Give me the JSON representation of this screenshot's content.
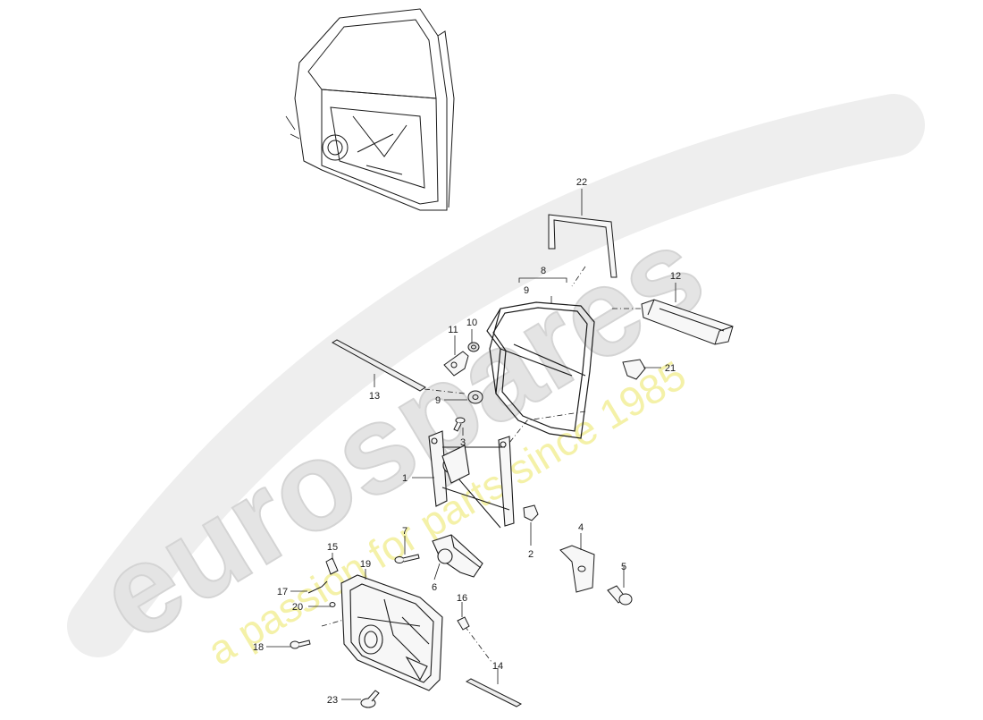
{
  "watermark": {
    "brand": "eurospares",
    "tagline": "a passion for parts since 1985",
    "colors": {
      "brand": "#dcdcdc",
      "tagline": "#f3f0a0"
    }
  },
  "callouts": {
    "c1": "1",
    "c2": "2",
    "c3": "3",
    "c4": "4",
    "c5": "5",
    "c6": "6",
    "c7": "7",
    "c8": "8",
    "c9a": "9",
    "c9b": "9",
    "c10": "10",
    "c11": "11",
    "c12": "12",
    "c13": "13",
    "c14": "14",
    "c15": "15",
    "c16": "16",
    "c17": "17",
    "c18": "18",
    "c19": "19",
    "c20": "20",
    "c21": "21",
    "c22": "22",
    "c23": "23"
  },
  "colors": {
    "line": "#1a1a1a",
    "part_fill": "#f7f7f7",
    "shade": "#cfcfcf"
  }
}
